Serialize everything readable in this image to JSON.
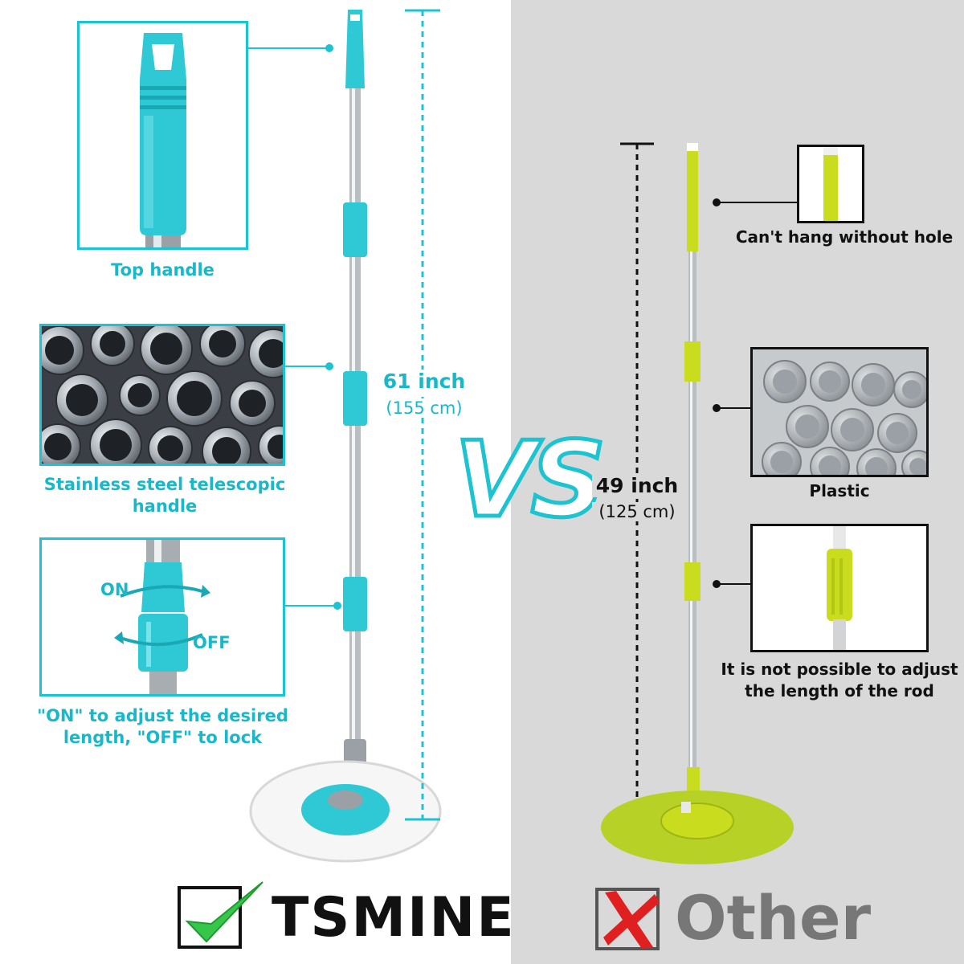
{
  "colors": {
    "accent": "#1cc3d0",
    "accent_text": "#19b8c8",
    "other_bg": "#d9d9d9",
    "other_accent": "#c9dd1e",
    "check": "#35c64a",
    "cross": "#e02020"
  },
  "left": {
    "features": [
      {
        "label": "Top handle",
        "icon": "top-handle-image"
      },
      {
        "label": "Stainless steel telescopic handle",
        "icon": "steel-tubes-image"
      },
      {
        "label": "\"ON\" to adjust the desired\nlength, \"OFF\" to lock",
        "icon": "twist-lock-image"
      }
    ],
    "lock_on": "ON",
    "lock_off": "OFF",
    "length_in": "61 inch",
    "length_cm": "(155 cm)",
    "brand": "TSMINE",
    "verdict_icon": "green-check-icon"
  },
  "vs": "VS",
  "right": {
    "features": [
      {
        "label": "Can't hang without hole",
        "icon": "plain-handle-image"
      },
      {
        "label": "Plastic",
        "icon": "plastic-tubes-image"
      },
      {
        "label": "It is not possible to adjust\nthe length of the rod",
        "icon": "fixed-joint-image"
      }
    ],
    "length_in": "49 inch",
    "length_cm": "(125 cm)",
    "brand": "Other",
    "verdict_icon": "red-cross-icon"
  }
}
